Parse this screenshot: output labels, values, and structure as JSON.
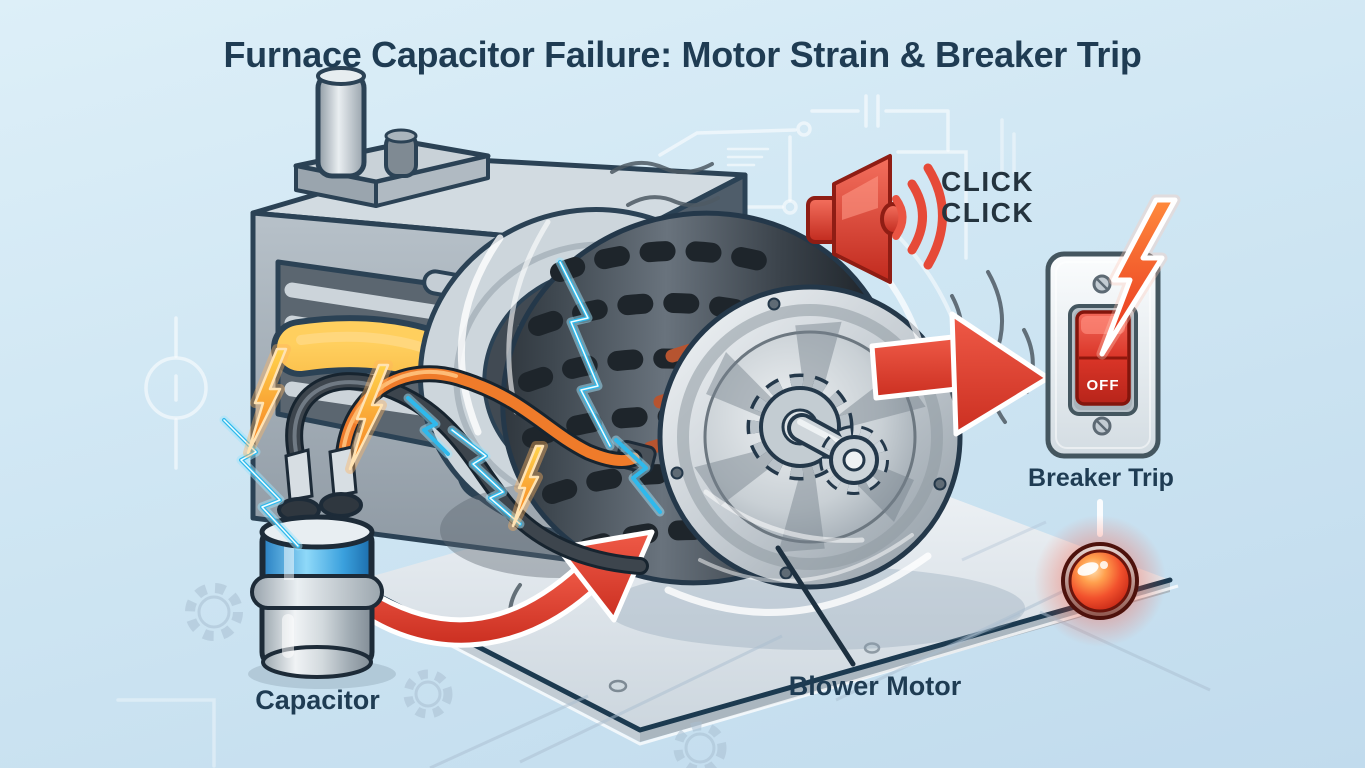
{
  "title": "Furnace Capacitor Failure: Motor Strain & Breaker Trip",
  "sound_effect": {
    "line1": "CLICK",
    "line2": "CLICK"
  },
  "breaker": {
    "switch_state": "OFF",
    "caption": "Breaker Trip"
  },
  "labels": {
    "capacitor": "Capacitor",
    "blower_motor": "Blower Motor"
  },
  "icons": {
    "speaker": "red-speaker-sound-icon",
    "sound_waves": "sound-wave-arcs",
    "breaker_bolt": "red-lightning-bolt-icon",
    "spark_bolts": "orange-lightning-bolt-icons",
    "electric_arcs": "blue-electric-arc-sparks",
    "indicator_light": "glowing-red-indicator-light",
    "straight_arrow": "red-right-arrow",
    "curved_arrow": "red-curved-arrow",
    "gears": "gear-icons"
  },
  "colors": {
    "background": "#cfe6f3",
    "heading_text": "#1f3c53",
    "click_text": "#24333e",
    "accent_red": "#d9392b",
    "duct_orange": "#f5a425",
    "electric_blue": "#35c3f0",
    "spark_orange": "#ff9b2e",
    "metal_gray": "#aeb8c0",
    "switch_plate": "#e3e9ee",
    "off_text": "#ffffff"
  }
}
